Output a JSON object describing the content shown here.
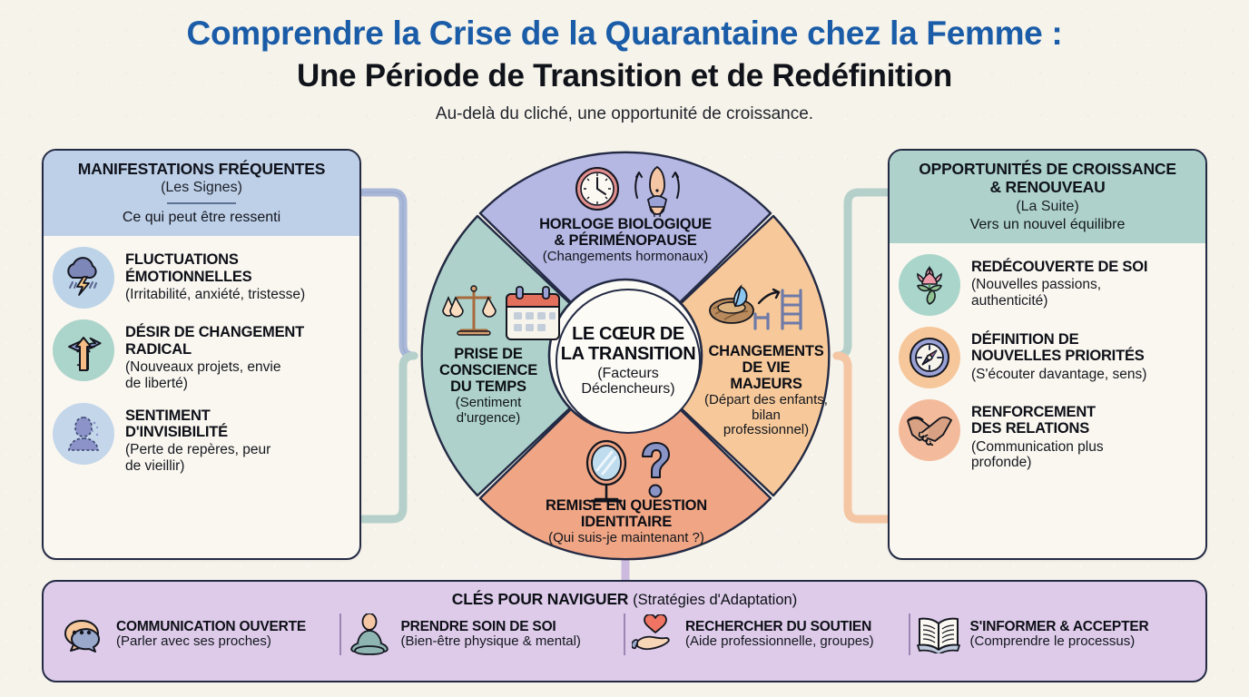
{
  "header": {
    "title_line1": "Comprendre la Crise de la Quarantaine chez la Femme :",
    "title_line2": "Une Période de Transition et de Redéfinition",
    "subtitle": "Au-delà du cliché, une opportunité de croissance.",
    "accent_color": "#1a5ca8"
  },
  "left_panel": {
    "title": "MANIFESTATIONS FRÉQUENTES",
    "subtitle": "(Les Signes)",
    "note": "Ce qui peut être ressenti",
    "header_color": "#bed0e8",
    "items": [
      {
        "icon": "storm-cloud-icon",
        "icon_bg": "#bcd3e8",
        "heading": "FLUCTUATIONS\nÉMOTIONNELLES",
        "detail": "(Irritabilité, anxiété, tristesse)"
      },
      {
        "icon": "three-way-arrows-icon",
        "icon_bg": "#abd4ca",
        "heading": "DÉSIR DE CHANGEMENT\nRADICAL",
        "detail": "(Nouveaux projets, envie\nde liberté)"
      },
      {
        "icon": "fading-silhouette-icon",
        "icon_bg": "#c3d6ea",
        "heading": "SENTIMENT\nD'INVISIBILITÉ",
        "detail": "(Perte de repères, peur\nde vieillir)"
      }
    ]
  },
  "right_panel": {
    "title": "OPPORTUNITÉS DE CROISSANCE\n& RENOUVEAU",
    "subtitle": "(La Suite)",
    "note": "Vers un nouvel équilibre",
    "header_color": "#aed2cb",
    "items": [
      {
        "icon": "lotus-flower-icon",
        "icon_bg": "#a9d5cb",
        "heading": "REDÉCOUVERTE DE SOI",
        "detail": "(Nouvelles passions,\nauthenticité)"
      },
      {
        "icon": "compass-icon",
        "icon_bg": "#f6c79a",
        "heading": "DÉFINITION DE\nNOUVELLES PRIORITÉS",
        "detail": "(S'écouter davantage, sens)"
      },
      {
        "icon": "handshake-icon",
        "icon_bg": "#f3bb9b",
        "heading": "RENFORCEMENT\nDES RELATIONS",
        "detail": "(Communication plus\nprofonde)"
      }
    ]
  },
  "wheel": {
    "hub_title": "LE CŒUR DE\nLA TRANSITION",
    "hub_detail": "(Facteurs\nDéclencheurs)",
    "segments": [
      {
        "id": "top",
        "icon": "clock-and-body-icon",
        "color": "#b6b8e4",
        "heading": "HORLOGE BIOLOGIQUE\n& PÉRIMÉNOPAUSE",
        "detail": "(Changements hormonaux)"
      },
      {
        "id": "right",
        "icon": "empty-nest-and-ladder-icon",
        "color": "#f7c99a",
        "heading": "CHANGEMENTS\nDE VIE\nMAJEURS",
        "detail": "(Départ des enfants,\nbilan\nprofessionnel)"
      },
      {
        "id": "bottom",
        "icon": "mirror-and-question-mark-icon",
        "color": "#f0a685",
        "heading": "REMISE EN QUESTION\nIDENTITAIRE",
        "detail": "(Qui suis-je maintenant ?)"
      },
      {
        "id": "left",
        "icon": "scales-and-calendar-icon",
        "color": "#aed2cb",
        "heading": "PRISE DE\nCONSCIENCE\nDU TEMPS",
        "detail": "(Sentiment\nd'urgence)"
      }
    ]
  },
  "bottom_panel": {
    "title": "CLÉS POUR NAVIGUER",
    "title_suffix": "(Stratégies d'Adaptation)",
    "background_color": "#ddcbe9",
    "strategies": [
      {
        "icon": "speech-bubbles-icon",
        "heading": "COMMUNICATION OUVERTE",
        "detail": "(Parler avec ses proches)"
      },
      {
        "icon": "meditating-person-icon",
        "heading": "PRENDRE SOIN DE SOI",
        "detail": "(Bien-être physique & mental)"
      },
      {
        "icon": "heart-in-hand-icon",
        "heading": "RECHERCHER DU SOUTIEN",
        "detail": "(Aide professionnelle, groupes)"
      },
      {
        "icon": "open-book-icon",
        "heading": "S'INFORMER & ACCEPTER",
        "detail": "(Comprendre le processus)"
      }
    ]
  }
}
